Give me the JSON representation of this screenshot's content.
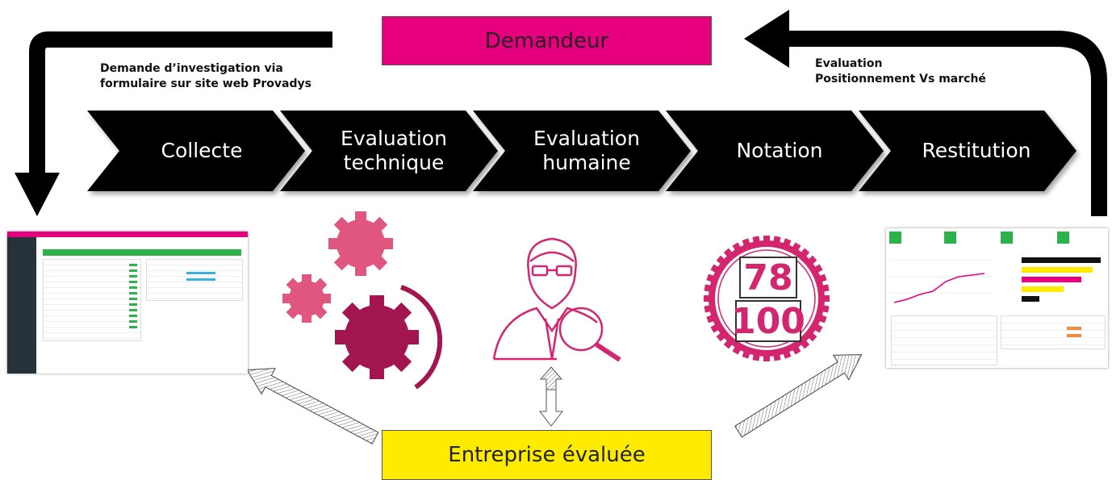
{
  "requester": {
    "label": "Demandeur",
    "color": "#e6007e"
  },
  "company": {
    "label": "Entreprise évaluée",
    "color": "#ffeb00"
  },
  "notes": {
    "left_line1": "Demande d’investigation via",
    "left_line2": "formulaire sur site web Provadys",
    "right_line1": "Evaluation",
    "right_line2": "Positionnement Vs marché"
  },
  "steps": [
    {
      "line1": "Collecte",
      "line2": ""
    },
    {
      "line1": "Evaluation",
      "line2": "technique"
    },
    {
      "line1": "Evaluation",
      "line2": "humaine"
    },
    {
      "line1": "Notation",
      "line2": ""
    },
    {
      "line1": "Restitution",
      "line2": ""
    }
  ],
  "score": {
    "value": "78",
    "max": "100"
  },
  "colors": {
    "accent": "#d4256f",
    "gear_dark": "#a3154e",
    "gear_light": "#e0567f",
    "chevron": "#000000",
    "green": "#2bb34a"
  },
  "icons": [
    "gears-icon",
    "consultant-magnifier-icon",
    "score-badge-icon",
    "dashboard-screenshot",
    "report-screenshot"
  ]
}
